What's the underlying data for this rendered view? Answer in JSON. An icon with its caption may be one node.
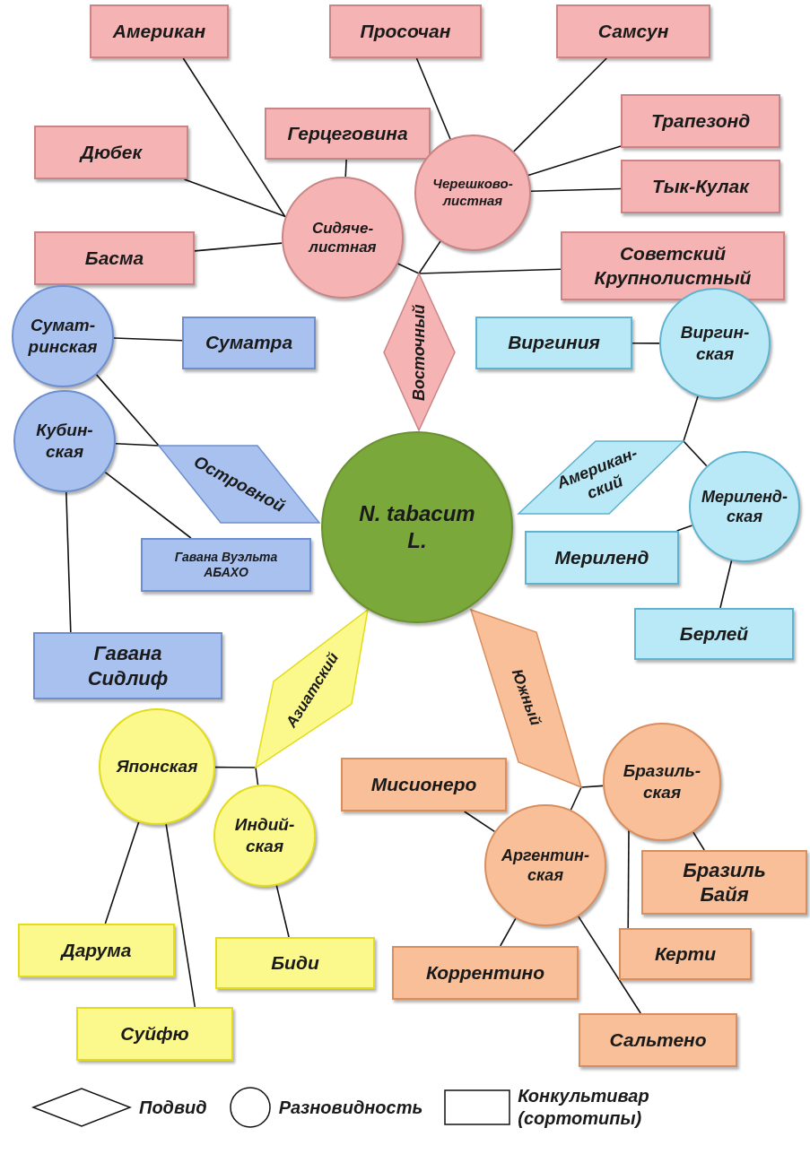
{
  "diagram": {
    "nodes": [
      {
        "text": [
          "Американ"
        ]
      },
      {
        "text": [
          "Просочан"
        ]
      },
      {
        "text": [
          "Самсун"
        ]
      },
      {
        "text": [
          "Трапезонд"
        ]
      },
      {
        "text": [
          "Герцеговина"
        ]
      },
      {
        "text": [
          "Дюбек"
        ]
      },
      {
        "text": [
          "Тык-Кулак"
        ]
      },
      {
        "text": [
          "Сидяче- листная"
        ]
      },
      {
        "text": [
          "Черешково- листная"
        ]
      },
      {
        "text": [
          "Басма"
        ]
      },
      {
        "text": [
          "Советский Крупнолистный"
        ]
      },
      {
        "text": [
          "Восточный"
        ]
      },
      {
        "text": [
          "Сумат- ринская"
        ]
      },
      {
        "text": [
          "Суматра"
        ]
      },
      {
        "text": [
          "Виргиния"
        ]
      },
      {
        "text": [
          "Виргин- ская"
        ]
      },
      {
        "text": [
          "Островной"
        ]
      },
      {
        "text": [
          "Американ- ский"
        ]
      },
      {
        "text": [
          "Кубин- ская"
        ]
      },
      {
        "text": [
          "N. tabacum L."
        ]
      },
      {
        "text": [
          "Мериленд- ская"
        ]
      },
      {
        "text": [
          "Гавана Вуэльта АБАХО"
        ]
      },
      {
        "text": [
          "Мериленд"
        ]
      },
      {
        "text": [
          "Берлей"
        ]
      },
      {
        "text": [
          "Гавана Сидлиф"
        ]
      },
      {
        "text": [
          "Азиатский"
        ]
      },
      {
        "text": [
          "Южный"
        ]
      },
      {
        "text": [
          "Японская"
        ]
      },
      {
        "text": [
          "Бразиль- ская"
        ]
      },
      {
        "text": [
          "Мисионеро"
        ]
      },
      {
        "text": [
          "Индий- ская"
        ]
      },
      {
        "text": [
          "Аргентин- ская"
        ]
      },
      {
        "text": [
          "Бразиль Байя"
        ]
      },
      {
        "text": [
          "Дарума"
        ]
      },
      {
        "text": [
          "Биди"
        ]
      },
      {
        "text": [
          "Керти"
        ]
      },
      {
        "text": [
          "Коррентино"
        ]
      },
      {
        "text": [
          "Суйфю"
        ]
      },
      {
        "text": [
          "Сальтено"
        ]
      }
    ],
    "edges": [
      {
        "from": 7,
        "to": 0,
        "arrow": "none"
      },
      {
        "from": 7,
        "to": 5,
        "arrow": "none"
      },
      {
        "from": 7,
        "to": 9,
        "arrow": "none"
      },
      {
        "from": 7,
        "to": 4,
        "arrow": "none"
      },
      {
        "from": 8,
        "to": 1,
        "arrow": "none"
      },
      {
        "from": 8,
        "to": 2,
        "arrow": "none"
      },
      {
        "from": 8,
        "to": 3,
        "arrow": "none"
      },
      {
        "from": 8,
        "to": 6,
        "arrow": "none"
      },
      {
        "from": 11,
        "to": 7,
        "arrow": "none"
      },
      {
        "from": 11,
        "to": 8,
        "arrow": "none"
      },
      {
        "from": 11,
        "to": 10,
        "arrow": "none"
      },
      {
        "from": 16,
        "to": 12,
        "arrow": "none"
      },
      {
        "from": 16,
        "to": 18,
        "arrow": "none"
      },
      {
        "from": 12,
        "to": 13,
        "arrow": "none"
      },
      {
        "from": 18,
        "to": 21,
        "arrow": "none"
      },
      {
        "from": 18,
        "to": 24,
        "arrow": "none"
      },
      {
        "from": 17,
        "to": 15,
        "arrow": "none"
      },
      {
        "from": 17,
        "to": 20,
        "arrow": "none"
      },
      {
        "from": 15,
        "to": 14,
        "arrow": "none"
      },
      {
        "from": 20,
        "to": 22,
        "arrow": "none"
      },
      {
        "from": 20,
        "to": 23,
        "arrow": "none"
      },
      {
        "from": 25,
        "to": 27,
        "arrow": "none"
      },
      {
        "from": 25,
        "to": 30,
        "arrow": "none"
      },
      {
        "from": 27,
        "to": 33,
        "arrow": "none"
      },
      {
        "from": 27,
        "to": 37,
        "arrow": "none"
      },
      {
        "from": 30,
        "to": 34,
        "arrow": "none"
      },
      {
        "from": 26,
        "to": 28,
        "arrow": "none"
      },
      {
        "from": 26,
        "to": 31,
        "arrow": "none"
      },
      {
        "from": 31,
        "to": 29,
        "arrow": "none"
      },
      {
        "from": 28,
        "to": 32,
        "arrow": "none"
      },
      {
        "from": 28,
        "to": 35,
        "arrow": "none"
      },
      {
        "from": 31,
        "to": 36,
        "arrow": "none"
      },
      {
        "from": 31,
        "to": 38,
        "arrow": "none"
      }
    ],
    "legend": [
      {
        "text": "Подвид"
      },
      {
        "text": "Разновидность"
      },
      {
        "text": "Конкультивар (сортотипы)"
      }
    ]
  }
}
